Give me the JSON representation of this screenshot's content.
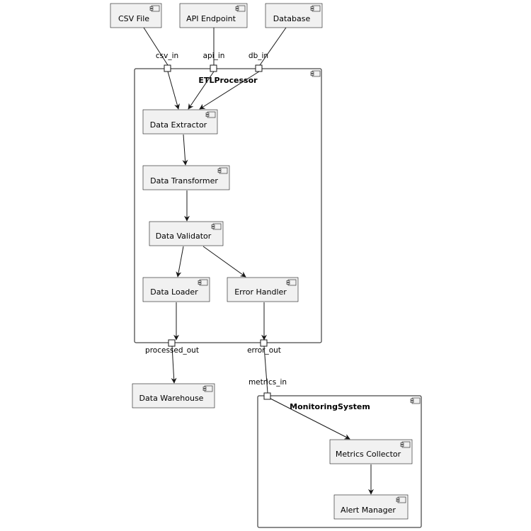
{
  "sources": {
    "csv_file": "CSV File",
    "api_endpoint": "API Endpoint",
    "database": "Database"
  },
  "etl": {
    "title": "ETLProcessor",
    "ports": {
      "csv_in": "csv_in",
      "api_in": "api_in",
      "db_in": "db_in",
      "processed_out": "processed_out",
      "error_out": "error_out"
    },
    "components": {
      "data_extractor": "Data Extractor",
      "data_transformer": "Data Transformer",
      "data_validator": "Data Validator",
      "data_loader": "Data Loader",
      "error_handler": "Error Handler"
    }
  },
  "targets": {
    "data_warehouse": "Data Warehouse"
  },
  "monitoring": {
    "title": "MonitoringSystem",
    "ports": {
      "metrics_in": "metrics_in"
    },
    "components": {
      "metrics_collector": "Metrics Collector",
      "alert_manager": "Alert Manager"
    }
  }
}
